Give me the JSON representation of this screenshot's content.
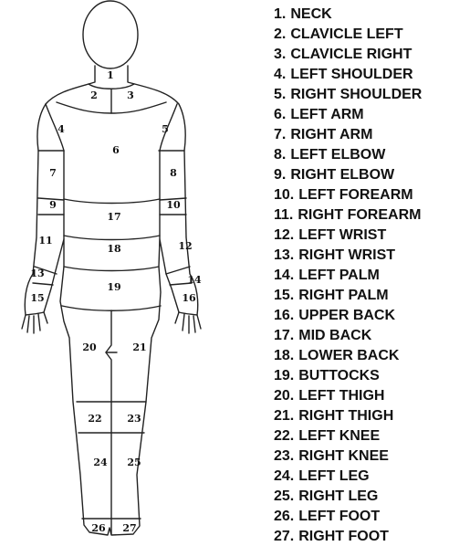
{
  "figure": {
    "zone_labels": [
      "1",
      "2",
      "3",
      "4",
      "5",
      "6",
      "7",
      "8",
      "9",
      "10",
      "11",
      "12",
      "13",
      "14",
      "15",
      "16",
      "17",
      "18",
      "19",
      "20",
      "21",
      "22",
      "23",
      "24",
      "25",
      "26",
      "27"
    ]
  },
  "legend": [
    {
      "num": "1.",
      "label": "NECK"
    },
    {
      "num": "2.",
      "label": "CLAVICLE LEFT"
    },
    {
      "num": "3.",
      "label": "CLAVICLE RIGHT"
    },
    {
      "num": "4.",
      "label": "LEFT SHOULDER"
    },
    {
      "num": "5.",
      "label": "RIGHT SHOULDER"
    },
    {
      "num": "6.",
      "label": "LEFT ARM"
    },
    {
      "num": "7.",
      "label": "RIGHT ARM"
    },
    {
      "num": "8.",
      "label": "LEFT ELBOW"
    },
    {
      "num": "9.",
      "label": "RIGHT ELBOW"
    },
    {
      "num": "10.",
      "label": "LEFT FOREARM"
    },
    {
      "num": "11.",
      "label": "RIGHT FOREARM"
    },
    {
      "num": "12.",
      "label": "LEFT WRIST"
    },
    {
      "num": "13.",
      "label": "RIGHT WRIST"
    },
    {
      "num": "14.",
      "label": "LEFT PALM"
    },
    {
      "num": "15.",
      "label": "RIGHT PALM"
    },
    {
      "num": "16.",
      "label": "UPPER BACK"
    },
    {
      "num": "17.",
      "label": "MID BACK"
    },
    {
      "num": "18.",
      "label": "LOWER BACK"
    },
    {
      "num": "19.",
      "label": "BUTTOCKS"
    },
    {
      "num": "20.",
      "label": "LEFT THIGH"
    },
    {
      "num": "21.",
      "label": "RIGHT THIGH"
    },
    {
      "num": "22.",
      "label": "LEFT KNEE"
    },
    {
      "num": "23.",
      "label": "RIGHT KNEE"
    },
    {
      "num": "24.",
      "label": "LEFT LEG"
    },
    {
      "num": "25.",
      "label": "RIGHT LEG"
    },
    {
      "num": "26.",
      "label": "LEFT FOOT"
    },
    {
      "num": "27.",
      "label": "RIGHT FOOT"
    }
  ]
}
